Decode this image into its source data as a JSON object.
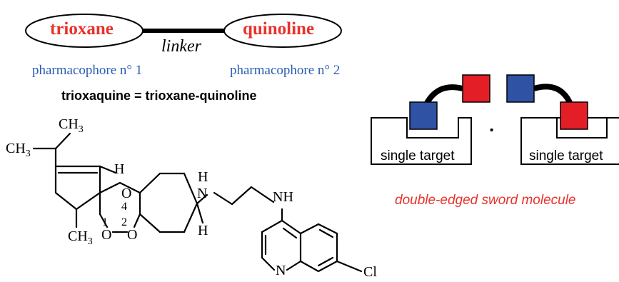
{
  "hybrid": {
    "left_label": "trioxane",
    "right_label": "quinoline",
    "linker_label": "linker",
    "pharmacophore_1": "pharmacophore n° 1",
    "pharmacophore_2": "pharmacophore n° 2",
    "definition": "trioxaquine = trioxane-quinoline"
  },
  "molecule": {
    "ch3_top": "CH3",
    "ch3_left": "CH3",
    "ch3_bottom": "CH3",
    "h_ring": "H",
    "o4": "O",
    "o_peroxide": "O",
    "o2": "O",
    "num_4": "4",
    "num_1": "1",
    "num_2": "2",
    "h_amine_top": "H",
    "n_amine_1": "N",
    "h_cyclohexyl": "H",
    "nh_amine_2": "NH",
    "n_quinoline": "N",
    "cl": "Cl"
  },
  "dual_target": {
    "target_left": "single target",
    "target_right": "single target",
    "caption": "double-edged sword molecule",
    "separator": "."
  },
  "colors": {
    "red": "#e8322b",
    "blue": "#2a5db0",
    "square_red": "#e41e26",
    "square_blue": "#2f52a5"
  }
}
